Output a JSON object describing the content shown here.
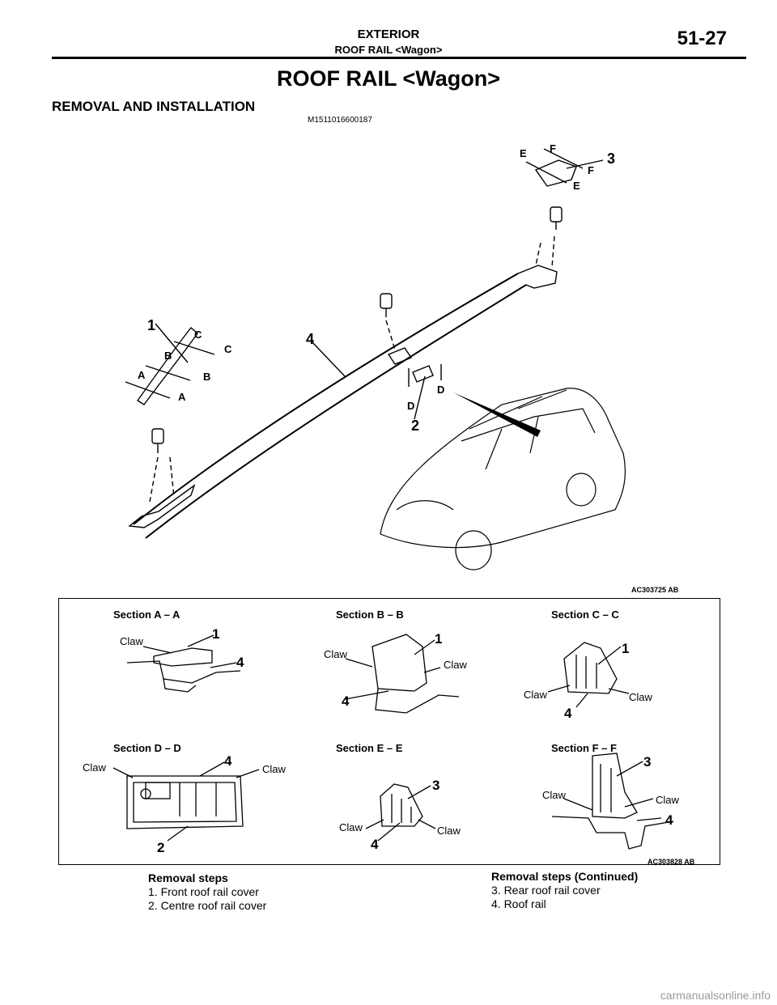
{
  "header": {
    "section": "EXTERIOR",
    "subsection": "ROOF RAIL <Wagon>",
    "page_number": "51-27"
  },
  "title": "ROOF RAIL <Wagon>",
  "heading": "REMOVAL AND INSTALLATION",
  "doc_code": "M1511016600187",
  "figure1": {
    "id": "AC303725 AB",
    "callouts": [
      "1",
      "2",
      "3",
      "4"
    ],
    "section_marks": [
      "A",
      "B",
      "C",
      "D",
      "E",
      "F"
    ]
  },
  "figure2": {
    "id": "AC303828 AB",
    "claw_label": "Claw",
    "sections": [
      {
        "title": "Section A – A",
        "parts": [
          "1",
          "4"
        ]
      },
      {
        "title": "Section B – B",
        "parts": [
          "1",
          "4"
        ]
      },
      {
        "title": "Section C – C",
        "parts": [
          "1",
          "4"
        ]
      },
      {
        "title": "Section D – D",
        "parts": [
          "4",
          "2"
        ]
      },
      {
        "title": "Section E – E",
        "parts": [
          "3",
          "4"
        ]
      },
      {
        "title": "Section F – F",
        "parts": [
          "3",
          "4"
        ]
      }
    ]
  },
  "removal_steps": {
    "title": "Removal steps",
    "items": [
      "1.  Front roof rail cover",
      "2.  Centre roof rail cover"
    ]
  },
  "removal_steps_continued": {
    "title": "Removal steps (Continued)",
    "items": [
      "3.  Rear roof rail cover",
      "4.  Roof rail"
    ]
  },
  "watermark": "carmanualsonline.info"
}
